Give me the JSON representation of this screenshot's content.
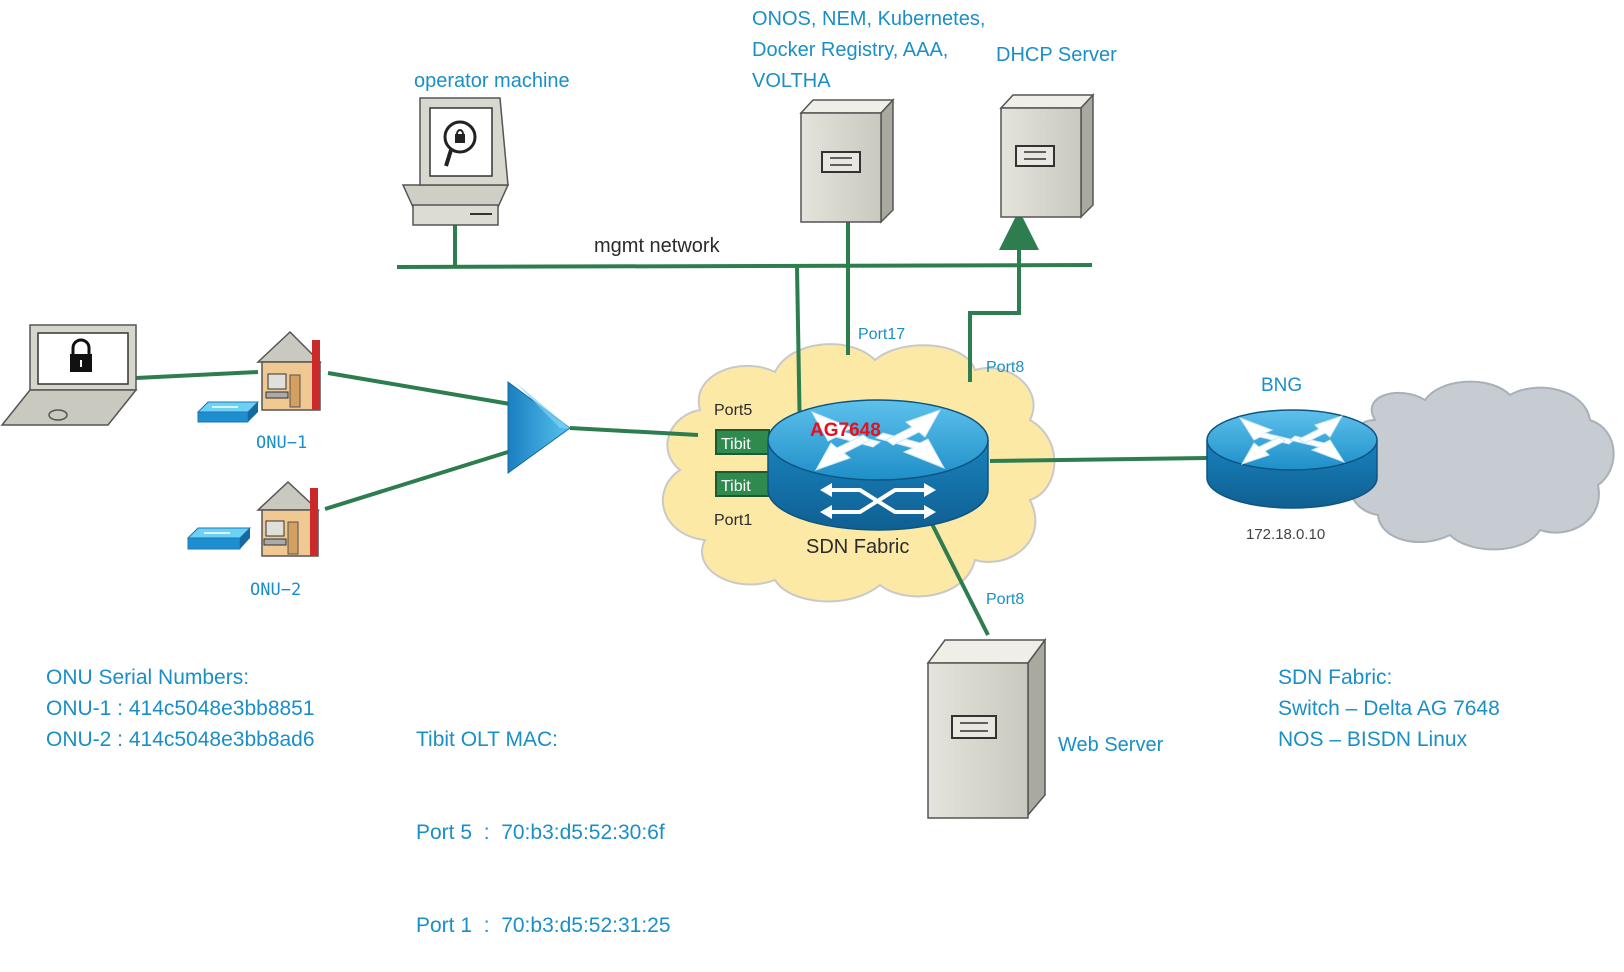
{
  "colors": {
    "link": "#2e7d4f",
    "label": "#1a8fc7",
    "server": "#d6d6cd",
    "cloud": "#fde9a6",
    "cloud_gray": "#c6ccd1",
    "router": "#1f8fc8",
    "port": "#2f8a4e",
    "accent_red": "#e8101c"
  },
  "labels": {
    "operator_machine": "operator machine",
    "onos_server": [
      "ONOS, NEM, Kubernetes,",
      "Docker Registry, AAA,",
      "VOLTHA"
    ],
    "dhcp_server": "DHCP Server",
    "mgmt_network": "mgmt network",
    "port17": "Port17",
    "port8_top": "Port8",
    "port8_bottom": "Port8",
    "port5": "Port5",
    "port1": "Port1",
    "tibit_top": "Tibit",
    "tibit_bottom": "Tibit",
    "switch_name": "AG7648",
    "fabric_name_prefix": "SDN ",
    "fabric_name_suffix": "Fabric",
    "bng": "BNG",
    "bng_ip": "172.18.0.10",
    "onu1": "ONU−1",
    "onu2": "ONU−2",
    "web_server": "Web Server"
  },
  "info_blocks": {
    "onu_serials": {
      "title": "ONU Serial Numbers:",
      "lines": [
        "ONU-1 : 414c5048e3bb8851",
        "ONU-2 : 414c5048e3bb8ad6"
      ]
    },
    "tibit_mac": {
      "title": "Tibit OLT MAC:",
      "lines": [
        "Port 5  :  70:b3:d5:52:30:6f",
        "Port 1  :  70:b3:d5:52:31:25"
      ]
    },
    "sdn_fabric": {
      "title": "SDN Fabric:",
      "lines": [
        "Switch – Delta AG 7648",
        "NOS – BISDN Linux"
      ]
    }
  }
}
